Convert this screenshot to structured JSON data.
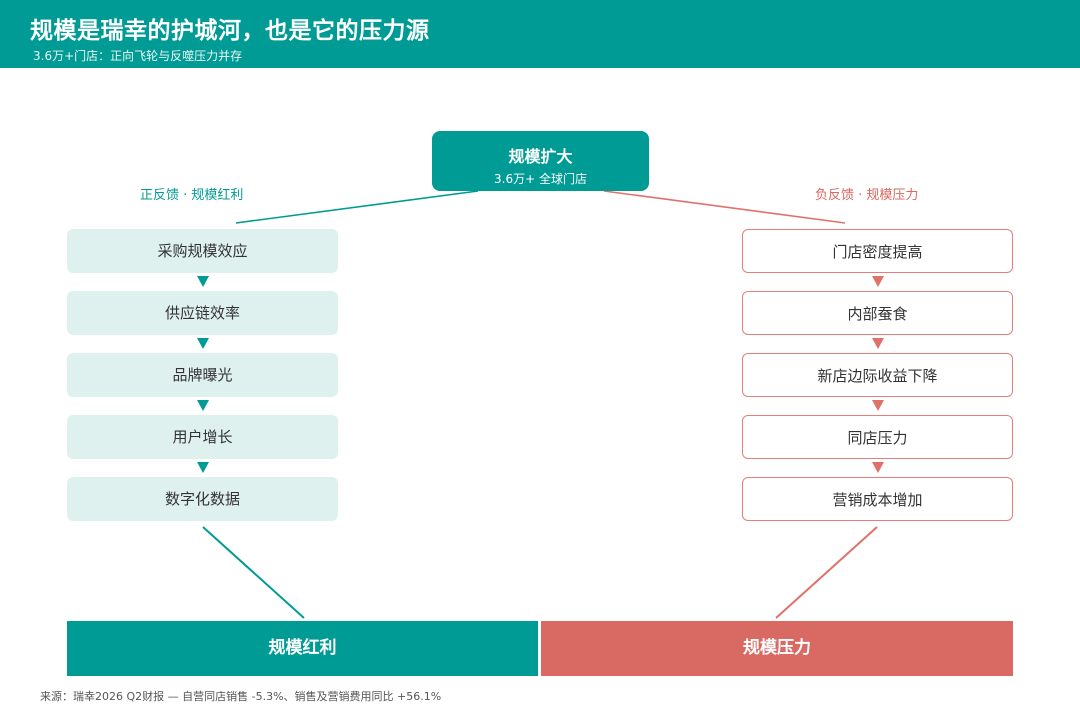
{
  "header": {
    "title": "规模是瑞幸的护城河，也是它的压力源",
    "subtitle": "3.6万+门店：正向飞轮与反噬压力并存"
  },
  "top_node": {
    "title": "规模扩大",
    "subtitle": "3.6万+ 全球门店"
  },
  "positive": {
    "label": "正反馈 ·  规模红利",
    "color": "#009b94",
    "steps": [
      "采购规模效应",
      "供应链效率",
      "品牌曝光",
      "用户增长",
      "数字化数据"
    ],
    "outcome": "规模红利"
  },
  "negative": {
    "label": "负反馈 ·  规模压力",
    "color": "#d96a63",
    "steps": [
      "门店密度提高",
      "内部蚕食",
      "新店边际收益下降",
      "同店压力",
      "营销成本增加"
    ],
    "outcome": "规模压力"
  },
  "source": "来源：瑞幸2026 Q2财报 — 自营同店销售 -5.3%、销售及营销费用同比 +56.1%"
}
